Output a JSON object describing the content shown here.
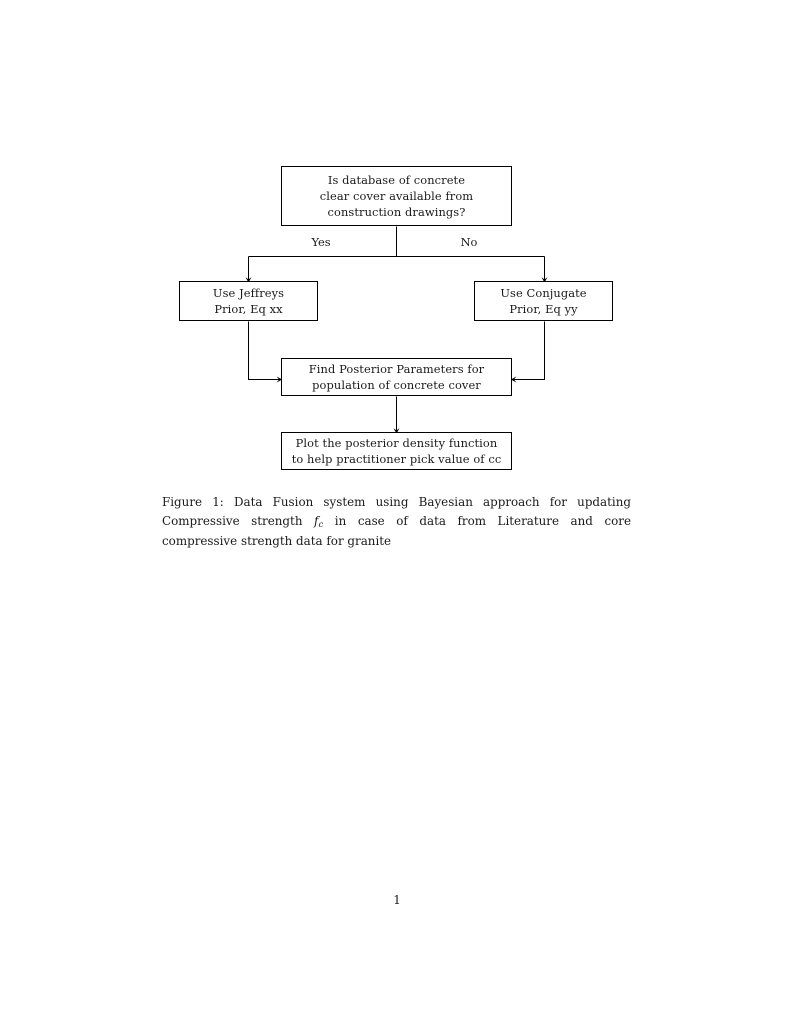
{
  "document": {
    "page_number": "1",
    "background_color": "#ffffff",
    "text_color": "#1a1a1a"
  },
  "figure": {
    "type": "flowchart",
    "stroke_color": "#000000",
    "nodes": [
      {
        "id": "question",
        "shape": "rectangle",
        "lines": [
          "Is database of concrete",
          "clear cover available from",
          "construction drawings?"
        ]
      },
      {
        "id": "jeffreys",
        "shape": "rectangle",
        "lines": [
          "Use Jeffreys",
          "Prior, Eq xx"
        ]
      },
      {
        "id": "conjugate",
        "shape": "rectangle",
        "lines": [
          "Use Conjugate",
          "Prior, Eq yy"
        ]
      },
      {
        "id": "posterior",
        "shape": "rectangle",
        "lines": [
          "Find Posterior Parameters for",
          "population of concrete cover"
        ]
      },
      {
        "id": "plot",
        "shape": "rectangle",
        "lines": [
          "Plot the posterior density function",
          "to help practitioner pick value of cc"
        ]
      }
    ],
    "edge_labels": {
      "yes": "Yes",
      "no": "No"
    },
    "edges": [
      {
        "from": "question",
        "to": "jeffreys",
        "label": "Yes"
      },
      {
        "from": "question",
        "to": "conjugate",
        "label": "No"
      },
      {
        "from": "jeffreys",
        "to": "posterior",
        "label": ""
      },
      {
        "from": "conjugate",
        "to": "posterior",
        "label": ""
      },
      {
        "from": "posterior",
        "to": "plot",
        "label": ""
      }
    ]
  },
  "caption": {
    "label": "Figure 1:",
    "part1": " Data Fusion system using Bayesian approach for updating Compressive strength ",
    "math_var": "f",
    "math_sub": "c",
    "part2": " in case of data from Literature and core compressive strength data for granite",
    "full_text": "Figure 1: Data Fusion system using Bayesian approach for updating Compressive strength f_c in case of data from Literature and core compressive strength data for granite"
  }
}
